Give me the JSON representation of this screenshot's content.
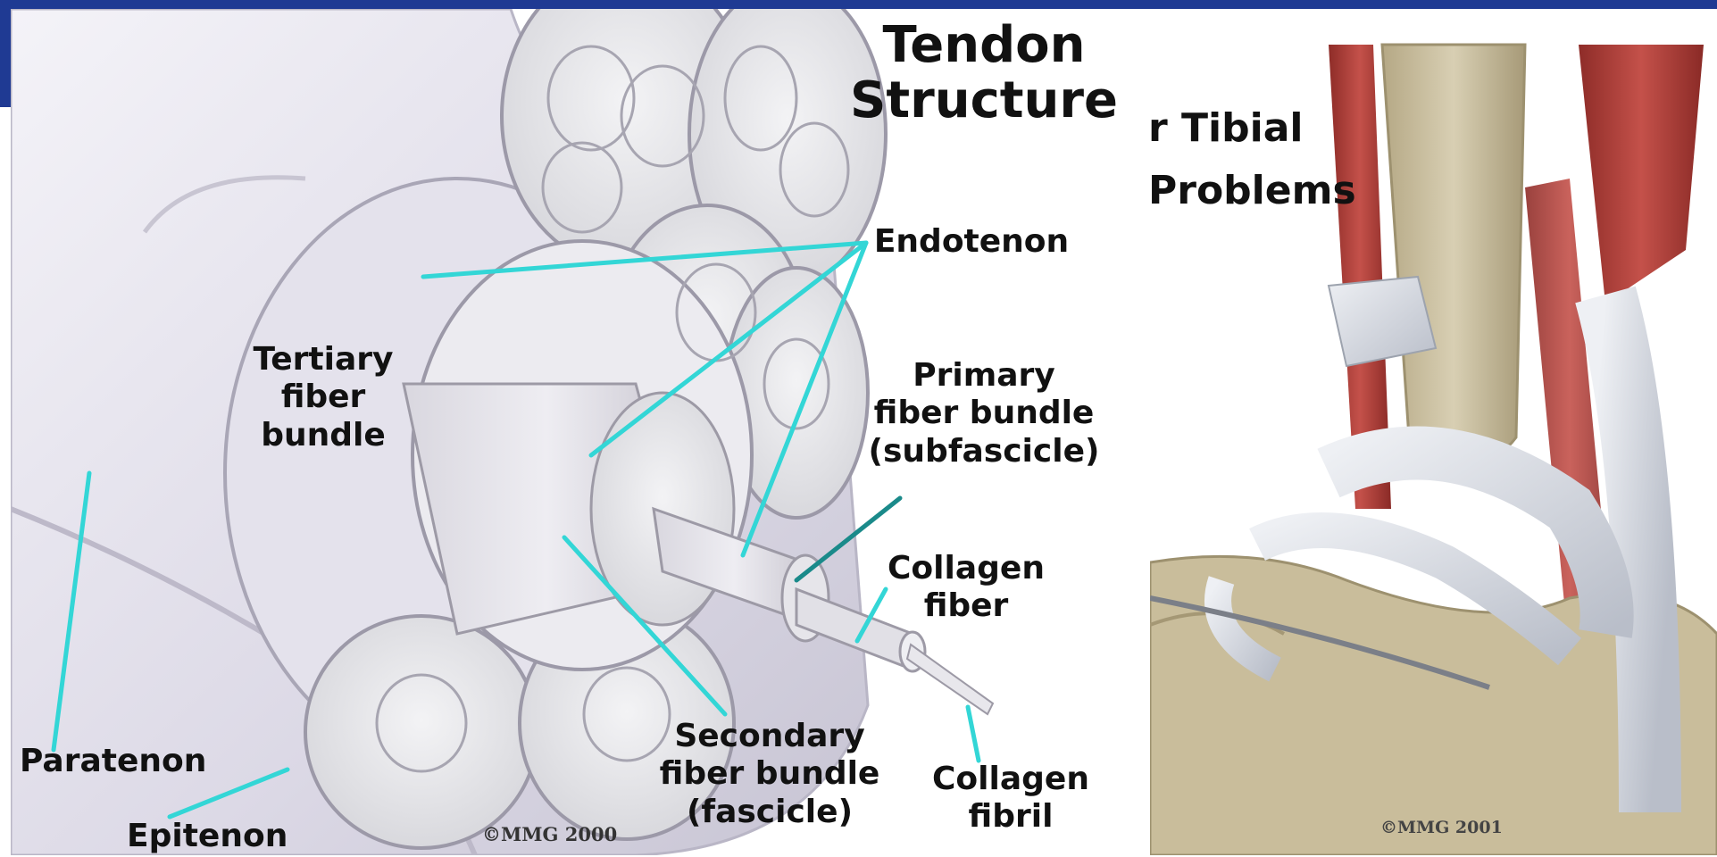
{
  "left_figure": {
    "title": "Tendon\nStructure",
    "labels": {
      "endotenon": "Endotenon",
      "tertiary": "Tertiary\nfiber\nbundle",
      "primary": "Primary\nfiber bundle\n(subfascicle)",
      "collagen_fiber": "Collagen\nfiber",
      "secondary": "Secondary\nfiber bundle\n(fascicle)",
      "collagen_fibril": "Collagen\nfibril",
      "paratenon": "Paratenon",
      "epitenon": "Epitenon"
    },
    "copyright": "©MMG 2000"
  },
  "right_figure": {
    "title_line1": "r Tibial",
    "title_line2": "Problems",
    "copyright": "©MMG 2001"
  },
  "colors": {
    "frame": "#1f3a93",
    "leader_cyan": "#33d6d6",
    "leader_teal": "#1a8a8a",
    "tendon_sheath": "#e8e6f1",
    "muscle_red": "#b3413a",
    "bone": "#cbbf9d"
  }
}
